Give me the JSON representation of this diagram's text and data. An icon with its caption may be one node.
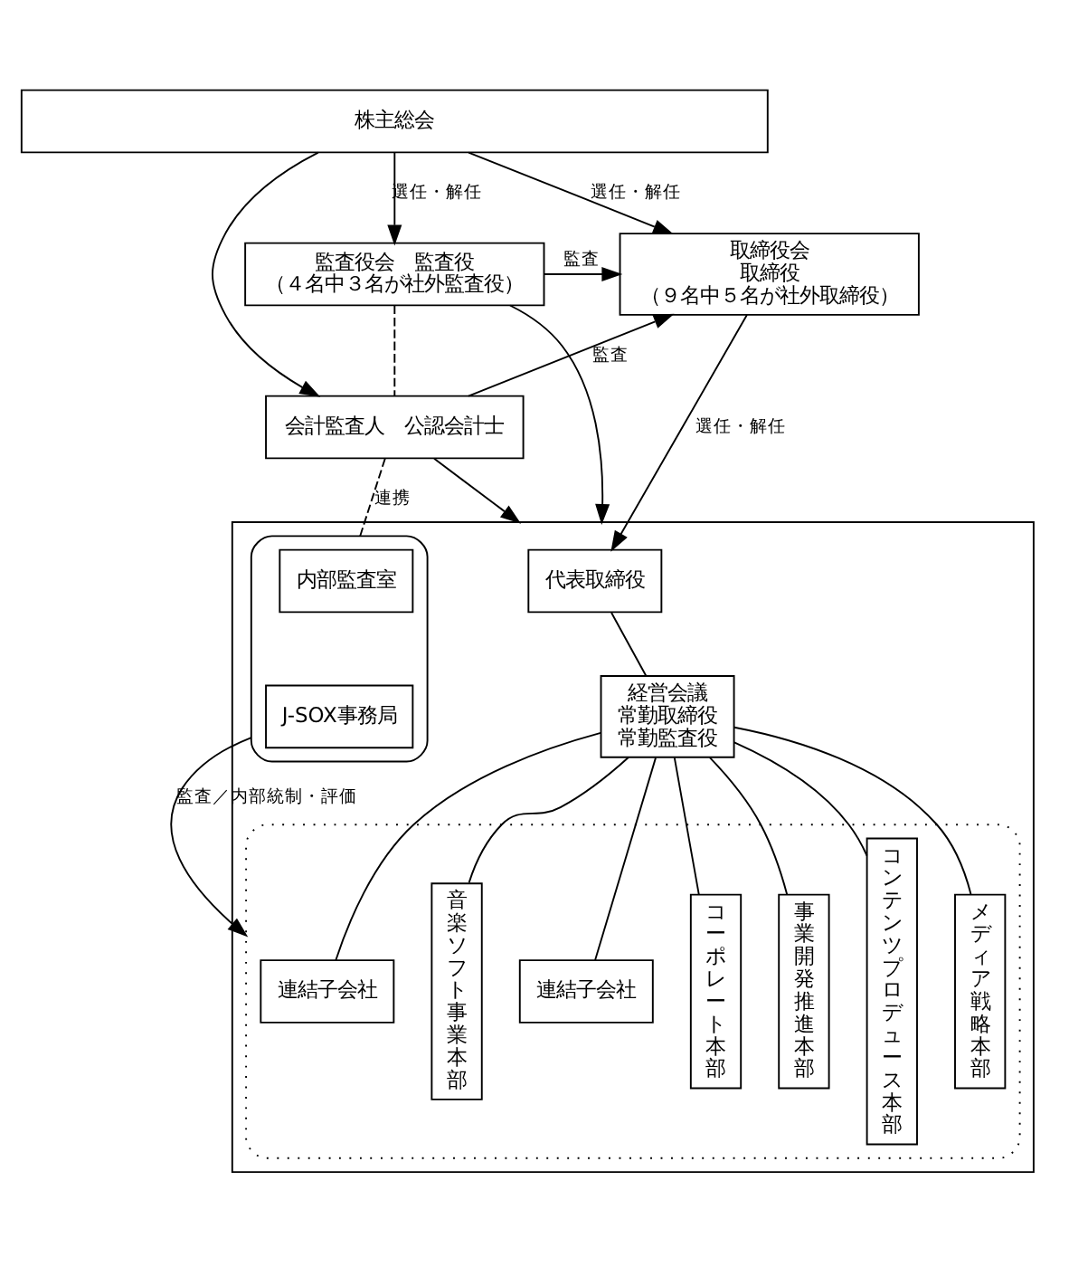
{
  "diagram": {
    "nodes": [
      {
        "text": [
          "株主総会"
        ]
      },
      {
        "text": [
          "取締役会",
          "取締役",
          "（９名中５名が社外取締役）"
        ]
      },
      {
        "text": [
          "監査役会　監査役",
          "（４名中３名が社外監査役）"
        ]
      },
      {
        "text": [
          "会計監査人　公認会計士"
        ]
      },
      {
        "text": [],
        "shape": "box"
      },
      {
        "text": [
          "代表取締役"
        ],
        "in": 4
      },
      {
        "text": [],
        "shape": "box",
        "in": 4
      },
      {
        "text": [
          "内部監査室"
        ],
        "in": 6
      },
      {
        "text": [
          "J-SOX事務局"
        ],
        "in": 6
      },
      {
        "text": [
          "経営会議",
          "常勤取締役",
          "常勤監査役"
        ],
        "in": 4
      },
      {
        "text": [],
        "shape": "box",
        "in": 4
      },
      {
        "text": [
          "連結子会社"
        ],
        "in": 10
      },
      {
        "text": [
          "連結子会社"
        ],
        "in": 10
      },
      {
        "text": [
          "コーポレート本部"
        ],
        "in": 10
      },
      {
        "text": [
          "事業開発推進本部"
        ],
        "in": 10
      },
      {
        "text": [
          "コンテンツプロデュース本部"
        ],
        "in": 10
      },
      {
        "text": [
          "メディア戦略本部"
        ],
        "in": 10
      },
      {
        "text": [
          "音楽ソフト事業本部"
        ],
        "in": 10
      }
    ],
    "edges": [
      {
        "from": 0,
        "to": 1,
        "arrow": "to",
        "label": "選任・解任"
      },
      {
        "from": 0,
        "to": 2,
        "arrow": "to",
        "label": "選任・解任"
      },
      {
        "from": 0,
        "to": 3,
        "arrow": "to"
      },
      {
        "from": 2,
        "to": 1,
        "arrow": "to",
        "label": "監査"
      },
      {
        "from": 3,
        "to": 1,
        "arrow": "to",
        "label": "監査"
      },
      {
        "from": 2,
        "to": 3,
        "arrow": "none",
        "style": "dashed"
      },
      {
        "from": 2,
        "to": 4,
        "arrow": "to"
      },
      {
        "from": 3,
        "to": 4,
        "arrow": "to"
      },
      {
        "from": 1,
        "to": 5,
        "arrow": "to",
        "label": "選任・解任"
      },
      {
        "from": 3,
        "to": 6,
        "arrow": "none",
        "style": "dashed",
        "label": "連携"
      },
      {
        "from": 5,
        "to": 9,
        "arrow": "none"
      },
      {
        "from": 6,
        "to": 10,
        "arrow": "to",
        "label": "監査／内部統制・評価"
      },
      {
        "from": 9,
        "to": 11,
        "arrow": "none"
      },
      {
        "from": 9,
        "to": 12,
        "arrow": "none"
      },
      {
        "from": 9,
        "to": 13,
        "arrow": "none"
      },
      {
        "from": 9,
        "to": 14,
        "arrow": "none"
      },
      {
        "from": 9,
        "to": 15,
        "arrow": "none"
      },
      {
        "from": 9,
        "to": 16,
        "arrow": "none"
      },
      {
        "from": 9,
        "to": 17,
        "arrow": "none"
      }
    ]
  }
}
